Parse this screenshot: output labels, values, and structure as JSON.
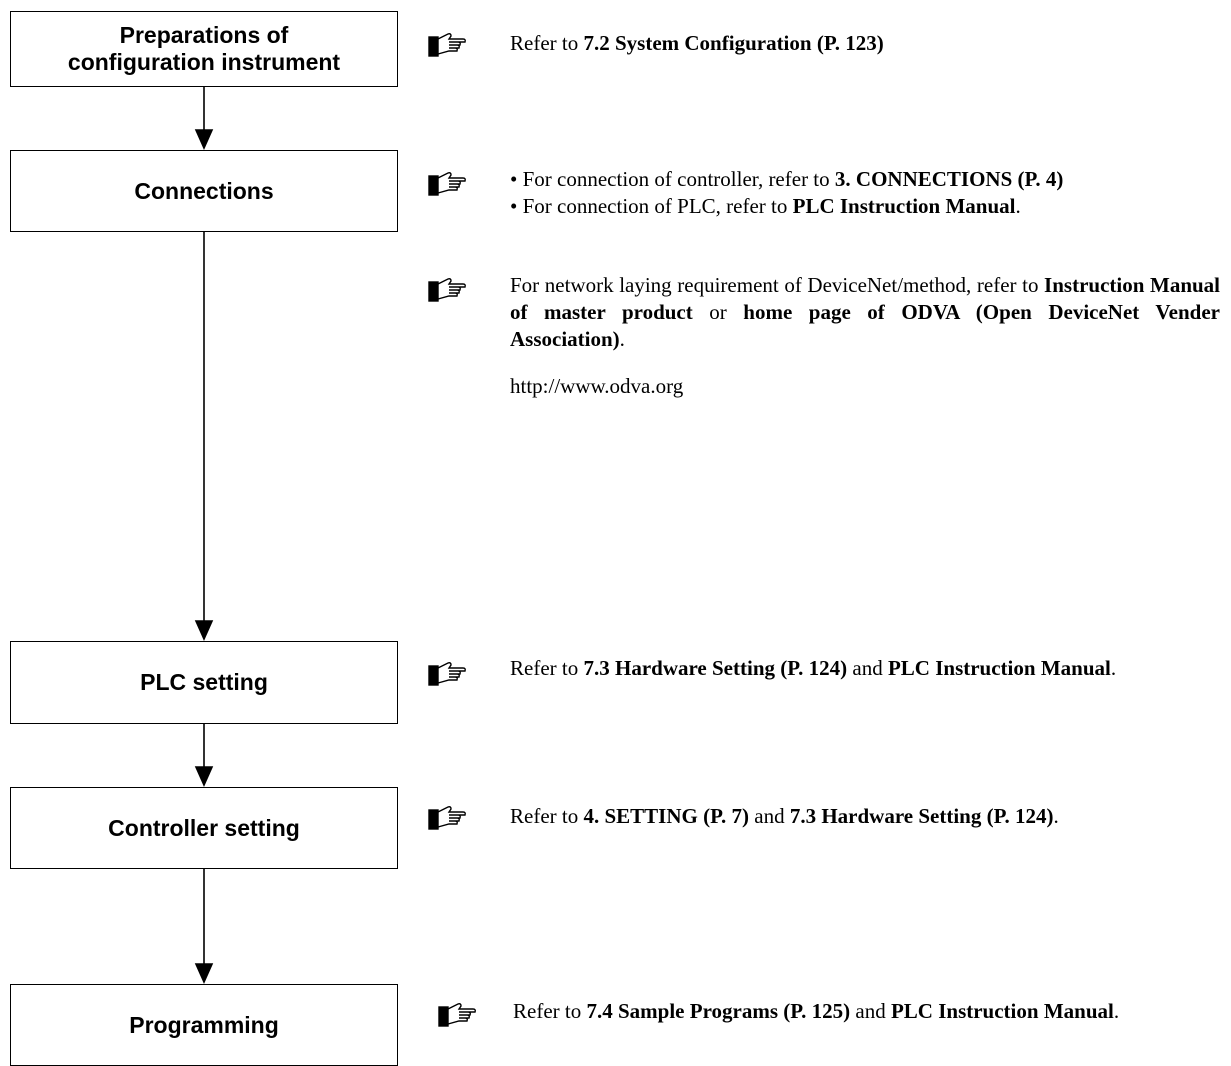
{
  "steps": [
    {
      "label_line1": "Preparations of",
      "label_line2": "configuration instrument"
    },
    {
      "label": "Connections"
    },
    {
      "label": "PLC setting"
    },
    {
      "label": "Controller setting"
    },
    {
      "label": "Programming"
    }
  ],
  "refs": {
    "r1": {
      "t1": "Refer to ",
      "b1": "7.2 System Configuration (P. 123)"
    },
    "r2a": {
      "t1": "• For connection of controller, refer to ",
      "b1": "3. CONNECTIONS (P. 4)"
    },
    "r2b": {
      "t1": "• For connection of PLC, refer to ",
      "b1": "PLC Instruction Manual",
      "t2": "."
    },
    "r3": {
      "t1": "For network laying requirement of DeviceNet/method, refer to ",
      "b1": "Instruction Manual of master product",
      "t2": " or ",
      "b2": "home page of ODVA (Open DeviceNet Vender Association)",
      "t3": "."
    },
    "url": "http://www.odva.org",
    "r4": {
      "t1": "Refer to ",
      "b1": "7.3 Hardware Setting (P. 124)",
      "t2": " and ",
      "b2": "PLC Instruction Manual",
      "t3": "."
    },
    "r5": {
      "t1": "Refer to ",
      "b1": "4. SETTING (P. 7)",
      "t2": " and ",
      "b2": "7.3 Hardware Setting (P. 124)",
      "t3": "."
    },
    "r6": {
      "t1": "Refer to ",
      "b1": "7.4 Sample Programs (P. 125)",
      "t2": " and ",
      "b2": "PLC Instruction Manual",
      "t3": "."
    }
  },
  "icons": [
    "pointing-hand-icon",
    "pointing-hand-icon",
    "pointing-hand-icon",
    "pointing-hand-icon",
    "pointing-hand-icon",
    "pointing-hand-icon"
  ]
}
